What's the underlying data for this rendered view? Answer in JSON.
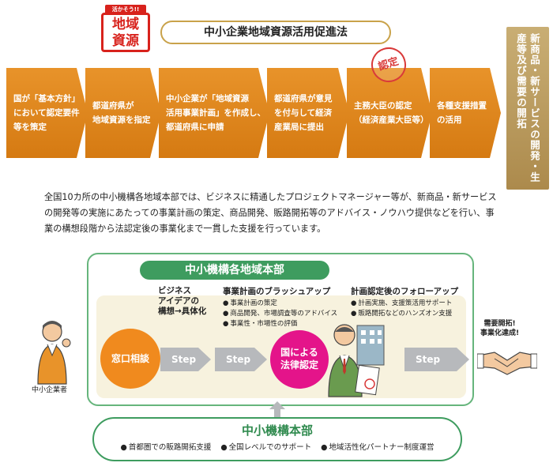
{
  "logo": {
    "tag": "活かそう!!",
    "line1": "地域",
    "line2": "資源"
  },
  "law_title": "中小企業地域資源活用促進法",
  "flow": {
    "steps": [
      {
        "lines": [
          "国が「基本方針」",
          "において認定要件",
          "等を策定"
        ],
        "color": "#e8932a"
      },
      {
        "lines": [
          "都道府県が",
          "地域資源を指定"
        ],
        "color": "#e8932a"
      },
      {
        "lines": [
          "中小企業が「地域資源",
          "活用事業計画」を作成し、",
          "都道府県に申請"
        ],
        "color": "#e8932a"
      },
      {
        "lines": [
          "都道府県が意見",
          "を付与して経済",
          "産業局に提出"
        ],
        "color": "#e8932a"
      },
      {
        "lines": [
          "主務大臣の認定",
          "（経済産業大臣等）"
        ],
        "color": "#e8932a"
      },
      {
        "lines": [
          "各種支援措置",
          "の活用"
        ],
        "color": "#e8932a"
      }
    ],
    "stamp": "認定",
    "goal": "新商品・新サービスの開発・生産等及び需要の開拓"
  },
  "description": "全国10カ所の中小機構各地域本部では、ビジネスに精通したプロジェクトマネージャー等が、新商品・新サービスの開発等の実施にあたっての事業計画の策定、商品開発、販路開拓等のアドバイス・ノウハウ提供などを行い、事業の構想段階から法認定後の事業化まで一貫した支援を行っています。",
  "regional": {
    "title": "中小機構各地域本部",
    "concept_label": [
      "ビジネス",
      "アイデアの",
      "構想→具体化"
    ],
    "brushup": {
      "label": "事業計画のブラッシュアップ",
      "items": [
        "事業計画の策定",
        "商品開発、市場調査等のアドバイス",
        "事業性・市場性の評価"
      ]
    },
    "followup": {
      "label": "計画認定後のフォローアップ",
      "items": [
        "計画実施、支援策活用サポート",
        "販路開拓などのハンズオン支援"
      ]
    },
    "madoguchi": "窓口相談",
    "nintei": [
      "国による",
      "法律認定"
    ],
    "step_label": "Step"
  },
  "sme_label": "中小企業者",
  "success_label": [
    "需要開拓!",
    "事業化達成!"
  ],
  "hq": {
    "title": "中小機構本部",
    "items": [
      "首都圏での販路開拓支援",
      "全国レベルでのサポート",
      "地域活性化パートナー制度運営"
    ]
  },
  "colors": {
    "orange": "#e8932a",
    "gold": "#c9ae74",
    "green": "#3e9c5f",
    "pink": "#e4148a",
    "red": "#d8221c"
  }
}
